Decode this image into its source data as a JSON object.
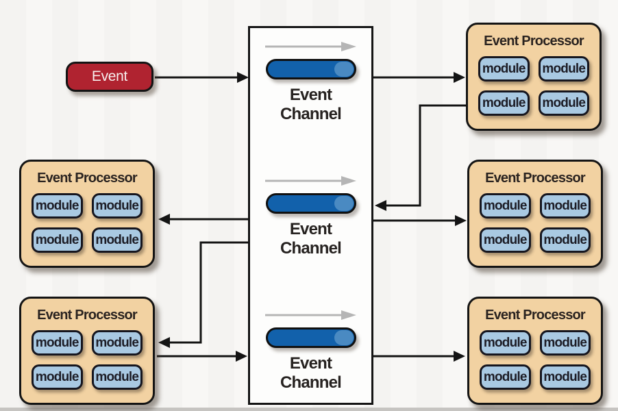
{
  "diagram": {
    "type": "event-driven-architecture-broker-topology",
    "colors": {
      "background": "#f8f7f5",
      "event_fill": "#b02330",
      "event_text": "#f7efee",
      "channel_box_fill": "#fdfdfc",
      "channel_pill_fill": "#1261ab",
      "channel_pill_highlight": "#4a8ac2",
      "flow_arrow_gray": "#b5b5b5",
      "processor_fill": "#f2d2a2",
      "module_fill": "#a9c9e2",
      "line_black": "#141414"
    },
    "event": {
      "label": "Event"
    },
    "channel_box": {
      "channels": [
        {
          "label": "Event\nChannel"
        },
        {
          "label": "Event\nChannel"
        },
        {
          "label": "Event\nChannel"
        }
      ]
    },
    "processors": [
      {
        "id": "left-middle",
        "title": "Event Processor",
        "modules": [
          "module",
          "module",
          "module",
          "module"
        ]
      },
      {
        "id": "left-bottom",
        "title": "Event Processor",
        "modules": [
          "module",
          "module",
          "module",
          "module"
        ]
      },
      {
        "id": "right-top",
        "title": "Event Processor",
        "modules": [
          "module",
          "module",
          "module",
          "module"
        ]
      },
      {
        "id": "right-middle",
        "title": "Event Processor",
        "modules": [
          "module",
          "module",
          "module",
          "module"
        ]
      },
      {
        "id": "right-bottom",
        "title": "Event Processor",
        "modules": [
          "module",
          "module",
          "module",
          "module"
        ]
      }
    ],
    "connectors": [
      {
        "name": "event-to-channel-top",
        "from": "event",
        "to": "channel-top"
      },
      {
        "name": "channel-top-to-right-top",
        "from": "channel-top",
        "to": "right-top-processor"
      },
      {
        "name": "right-top-to-channel-middle",
        "from": "right-top-processor",
        "to": "channel-middle"
      },
      {
        "name": "channel-middle-to-right-middle",
        "from": "channel-middle",
        "to": "right-middle-processor"
      },
      {
        "name": "channel-middle-to-left-middle",
        "from": "channel-middle",
        "to": "left-middle-processor"
      },
      {
        "name": "channel-middle-to-left-bottom",
        "from": "channel-middle",
        "to": "left-bottom-processor"
      },
      {
        "name": "left-bottom-to-channel-bottom",
        "from": "left-bottom-processor",
        "to": "channel-bottom"
      },
      {
        "name": "channel-bottom-to-right-bottom",
        "from": "channel-bottom",
        "to": "right-bottom-processor"
      }
    ]
  }
}
